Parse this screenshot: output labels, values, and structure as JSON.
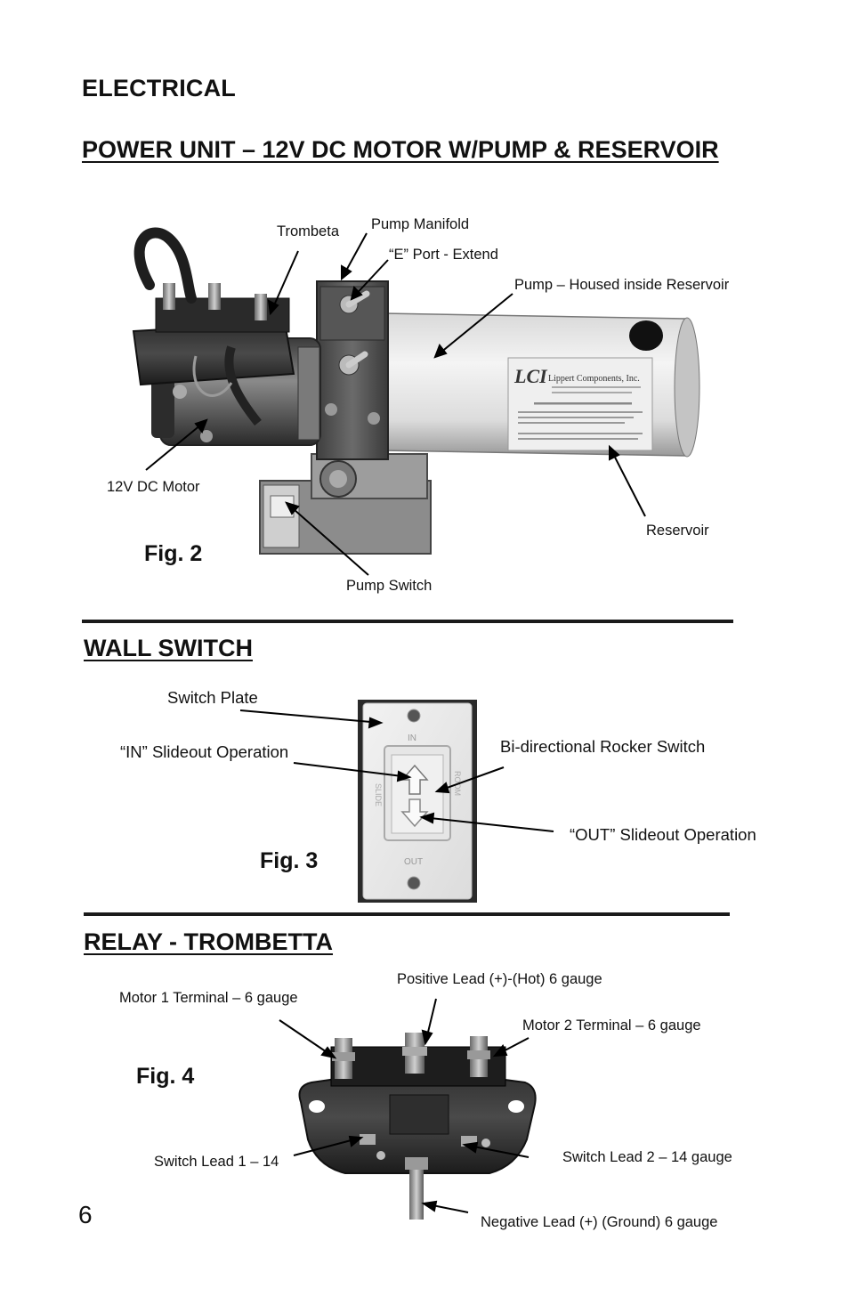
{
  "page": {
    "section_title": "ELECTRICAL",
    "page_number": "6"
  },
  "power_unit": {
    "heading": "POWER UNIT – 12V DC MOTOR W/PUMP & RESERVOIR",
    "figure_label": "Fig. 2",
    "callouts": {
      "trombeta": "Trombeta",
      "pump_manifold": "Pump Manifold",
      "e_port": "“E” Port - Extend",
      "pump_housed": "Pump – Housed inside Reservoir",
      "motor": "12V DC Motor",
      "reservoir": "Reservoir",
      "pump_switch": "Pump Switch"
    },
    "reservoir_sticker": {
      "company": "Lippert Components, Inc.",
      "logo_text": "LCI"
    }
  },
  "wall_switch": {
    "heading": "WALL SWITCH",
    "figure_label": "Fig. 3",
    "callouts": {
      "switch_plate": "Switch Plate",
      "in_operation": "“IN” Slideout Operation",
      "rocker": "Bi-directional Rocker Switch",
      "out_operation": "“OUT” Slideout Operation"
    },
    "plate_text": {
      "top": "IN",
      "bottom": "OUT",
      "left_vertical": "SLIDE",
      "right_vertical": "ROOM"
    }
  },
  "relay": {
    "heading": "RELAY - TROMBETTA",
    "figure_label": "Fig. 4",
    "callouts": {
      "positive_lead": "Positive Lead (+)-(Hot) 6 gauge",
      "motor1": "Motor 1 Terminal – 6 gauge",
      "motor2": "Motor 2 Terminal – 6 gauge",
      "switch_lead1": "Switch Lead 1 – 14",
      "switch_lead2": "Switch Lead 2 – 14 gauge",
      "negative_lead": "Negative Lead (+)  (Ground) 6 gauge"
    }
  }
}
